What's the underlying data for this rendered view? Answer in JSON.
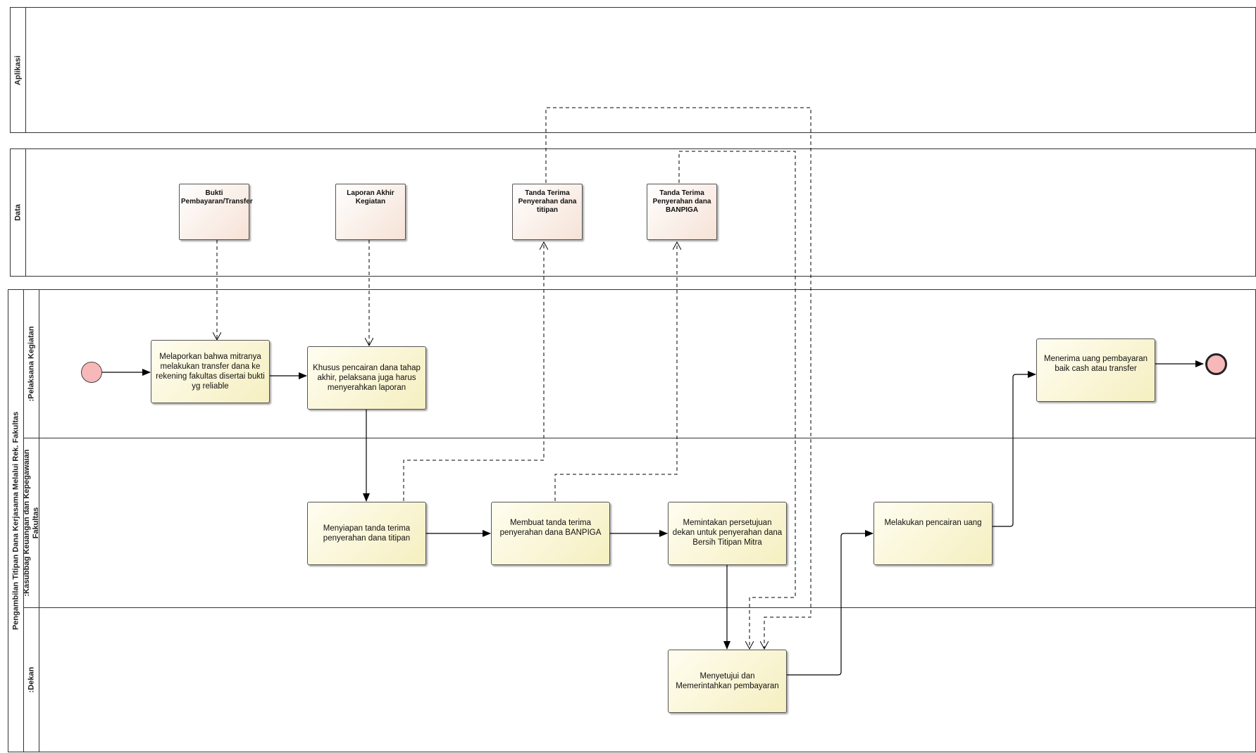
{
  "pools": {
    "aplikasi": {
      "label": "Aplikasi"
    },
    "data": {
      "label": "Data"
    },
    "process": {
      "label": "Pengambilan Titipan Dana Kerjasama Melalui Rek. Fakultas",
      "lanes": [
        {
          "label": ":Pelaksana Kegiatan"
        },
        {
          "label": ":Kasubbag Keuangan dan Kepegawaian Fakultas"
        },
        {
          "label": ":Dekan"
        }
      ]
    }
  },
  "data_objects": [
    {
      "id": "d1",
      "label": "Bukti Pembayaran/Transfer"
    },
    {
      "id": "d2",
      "label": "Laporan Akhir Kegiatan"
    },
    {
      "id": "d3",
      "label": "Tanda Terima Penyerahan dana titipan"
    },
    {
      "id": "d4",
      "label": "Tanda Terima Penyerahan dana BANPIGA"
    }
  ],
  "tasks": [
    {
      "id": "t1",
      "label": "Melaporkan bahwa mitranya melakukan transfer dana ke rekening fakultas disertai bukti yg reliable"
    },
    {
      "id": "t2",
      "label": "Khusus pencairan dana tahap akhir, pelaksana juga harus menyerahkan laporan"
    },
    {
      "id": "t3",
      "label": "Menerima uang pembayaran baik cash atau transfer"
    },
    {
      "id": "t4",
      "label": "Menyiapan tanda terima penyerahan dana titipan"
    },
    {
      "id": "t5",
      "label": "Membuat tanda terima penyerahan dana BANPIGA"
    },
    {
      "id": "t6",
      "label": "Memintakan persetujuan dekan untuk penyerahan dana Bersih Titipan Mitra"
    },
    {
      "id": "t7",
      "label": "Melakukan pencairan uang"
    },
    {
      "id": "t8",
      "label": "Menyetujui dan Memerintahkan pembayaran"
    }
  ],
  "events": {
    "start": {
      "color": "#f6b8b8"
    },
    "end": {
      "color": "#f6b8b8"
    }
  },
  "colors": {
    "task_fill": "#f5efc0",
    "data_fill": "#f6e2d6",
    "line": "#000000"
  }
}
